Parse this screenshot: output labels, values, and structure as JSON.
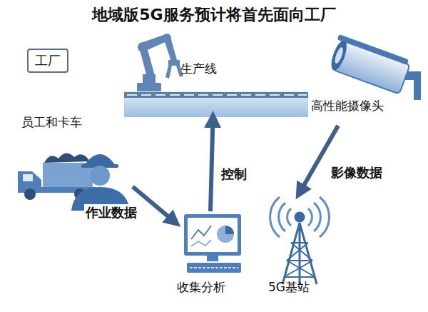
{
  "diagram": {
    "title": "地域版5G服务预计将首先面向工厂",
    "nodes": [
      {
        "text": [
          "工厂"
        ]
      },
      {
        "text": [
          "生产线"
        ]
      },
      {
        "text": [
          "高性能摄像头"
        ]
      },
      {
        "text": [
          "员工和卡车"
        ]
      },
      {
        "text": [
          "收集分析"
        ]
      },
      {
        "text": [
          "5G基站"
        ]
      }
    ],
    "edges": [
      {
        "from": 3,
        "to": 4,
        "label": "作业数据",
        "arrow": "to"
      },
      {
        "from": 4,
        "to": 1,
        "label": "控制",
        "arrow": "to"
      },
      {
        "from": 2,
        "to": 5,
        "label": "影像数据",
        "arrow": "to"
      }
    ]
  }
}
